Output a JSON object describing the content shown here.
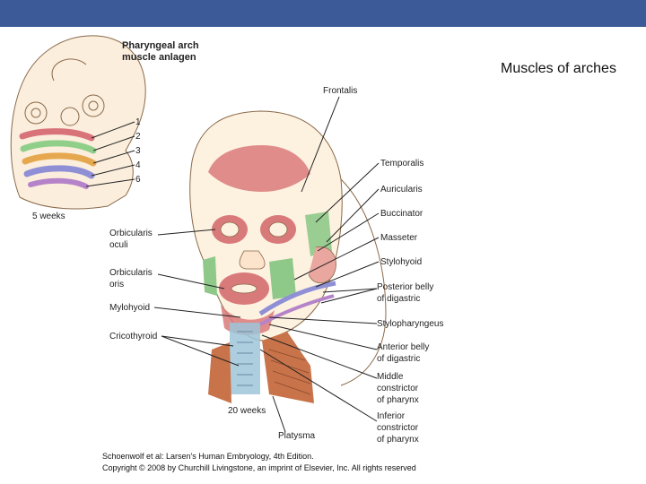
{
  "slide": {
    "title": "Muscles of arches"
  },
  "inset": {
    "title_line1": "Pharyngeal arch",
    "title_line2": "muscle anlagen",
    "arch_numbers": [
      "1",
      "2",
      "3",
      "4",
      "6"
    ],
    "age_label": "5 weeks"
  },
  "main": {
    "age_label": "20 weeks",
    "labels_right": [
      {
        "lines": [
          "Frontalis"
        ]
      },
      {
        "lines": [
          "Temporalis"
        ]
      },
      {
        "lines": [
          "Auricularis"
        ]
      },
      {
        "lines": [
          "Buccinator"
        ]
      },
      {
        "lines": [
          "Masseter"
        ]
      },
      {
        "lines": [
          "Stylohyoid"
        ]
      },
      {
        "lines": [
          "Posterior belly",
          "of digastric"
        ]
      },
      {
        "lines": [
          "Stylopharyngeus"
        ]
      },
      {
        "lines": [
          "Anterior belly",
          "of digastric"
        ]
      },
      {
        "lines": [
          "Middle",
          "constrictor",
          "of pharynx"
        ]
      },
      {
        "lines": [
          "Inferior",
          "constrictor",
          "of pharynx"
        ]
      }
    ],
    "labels_left": [
      {
        "lines": [
          "Orbicularis",
          "oculi"
        ]
      },
      {
        "lines": [
          "Orbicularis",
          "oris"
        ]
      },
      {
        "lines": [
          "Mylohyoid"
        ]
      },
      {
        "lines": [
          "Cricothyroid"
        ]
      }
    ],
    "label_bottom": "Platysma"
  },
  "credit": {
    "line1": "Schoenwolf et al: Larsen's Human Embryology, 4th Edition.",
    "line2": "Copyright © 2008 by Churchill Livingstone, an imprint of Elsevier, Inc. All rights reserved"
  },
  "colors": {
    "header_bar": "#3d5a98",
    "arch1": "#d9737a",
    "arch2": "#8fcf8a",
    "arch3": "#e6a84f",
    "arch4": "#8f8fd6",
    "arch6": "#b583c9",
    "muscle_red": "#d97a7a",
    "muscle_green": "#8fc98a",
    "neck_blue": "#9ec6d9",
    "platysma": "#c8734a"
  }
}
